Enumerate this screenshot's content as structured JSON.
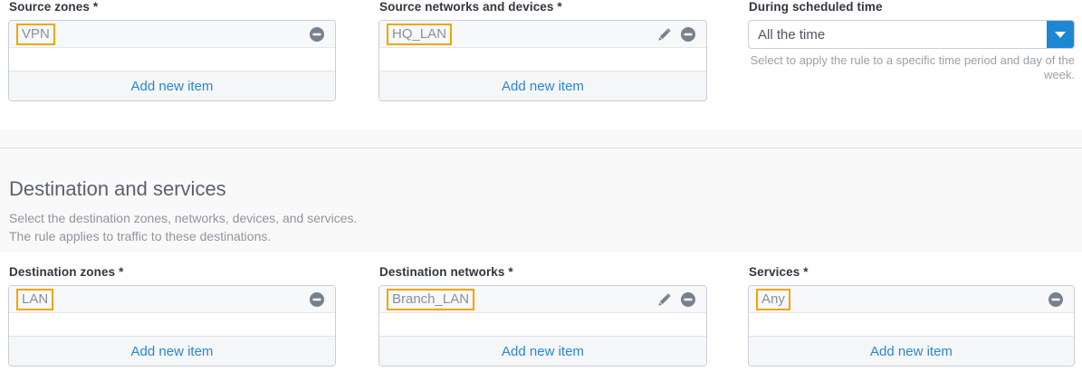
{
  "top_row": {
    "fields": [
      {
        "label": "Source zones",
        "required": "*",
        "type": "listbox",
        "items": [
          {
            "value": "VPN",
            "has_edit": false,
            "has_remove": true
          }
        ],
        "add_label": "Add new item"
      },
      {
        "label": "Source networks and devices",
        "required": "*",
        "type": "listbox",
        "items": [
          {
            "value": "HQ_LAN",
            "has_edit": true,
            "has_remove": true
          }
        ],
        "add_label": "Add new item"
      },
      {
        "label": "During scheduled time",
        "required": "",
        "type": "select",
        "selected": "All the time",
        "hint": "Select to apply the rule to a specific time period and day of the week."
      }
    ]
  },
  "section": {
    "title": "Destination and services",
    "description_line1": "Select the destination zones, networks, devices, and services.",
    "description_line2": "The rule applies to traffic to these destinations."
  },
  "bottom_row": {
    "fields": [
      {
        "label": "Destination zones",
        "required": "*",
        "type": "listbox",
        "items": [
          {
            "value": "LAN",
            "has_edit": false,
            "has_remove": true
          }
        ],
        "add_label": "Add new item"
      },
      {
        "label": "Destination networks",
        "required": "*",
        "type": "listbox",
        "items": [
          {
            "value": "Branch_LAN",
            "has_edit": true,
            "has_remove": true
          }
        ],
        "add_label": "Add new item"
      },
      {
        "label": "Services",
        "required": "*",
        "type": "listbox",
        "items": [
          {
            "value": "Any",
            "has_edit": false,
            "has_remove": true
          }
        ],
        "add_label": "Add new item"
      }
    ]
  },
  "icons": {
    "remove": "minus-circle-icon",
    "edit": "pencil-icon",
    "dropdown": "chevron-down-icon"
  },
  "colors": {
    "highlight": "#f0a500",
    "link": "#2a86d0",
    "accent": "#1d87d3",
    "label": "#31373f",
    "muted": "#90959d"
  }
}
